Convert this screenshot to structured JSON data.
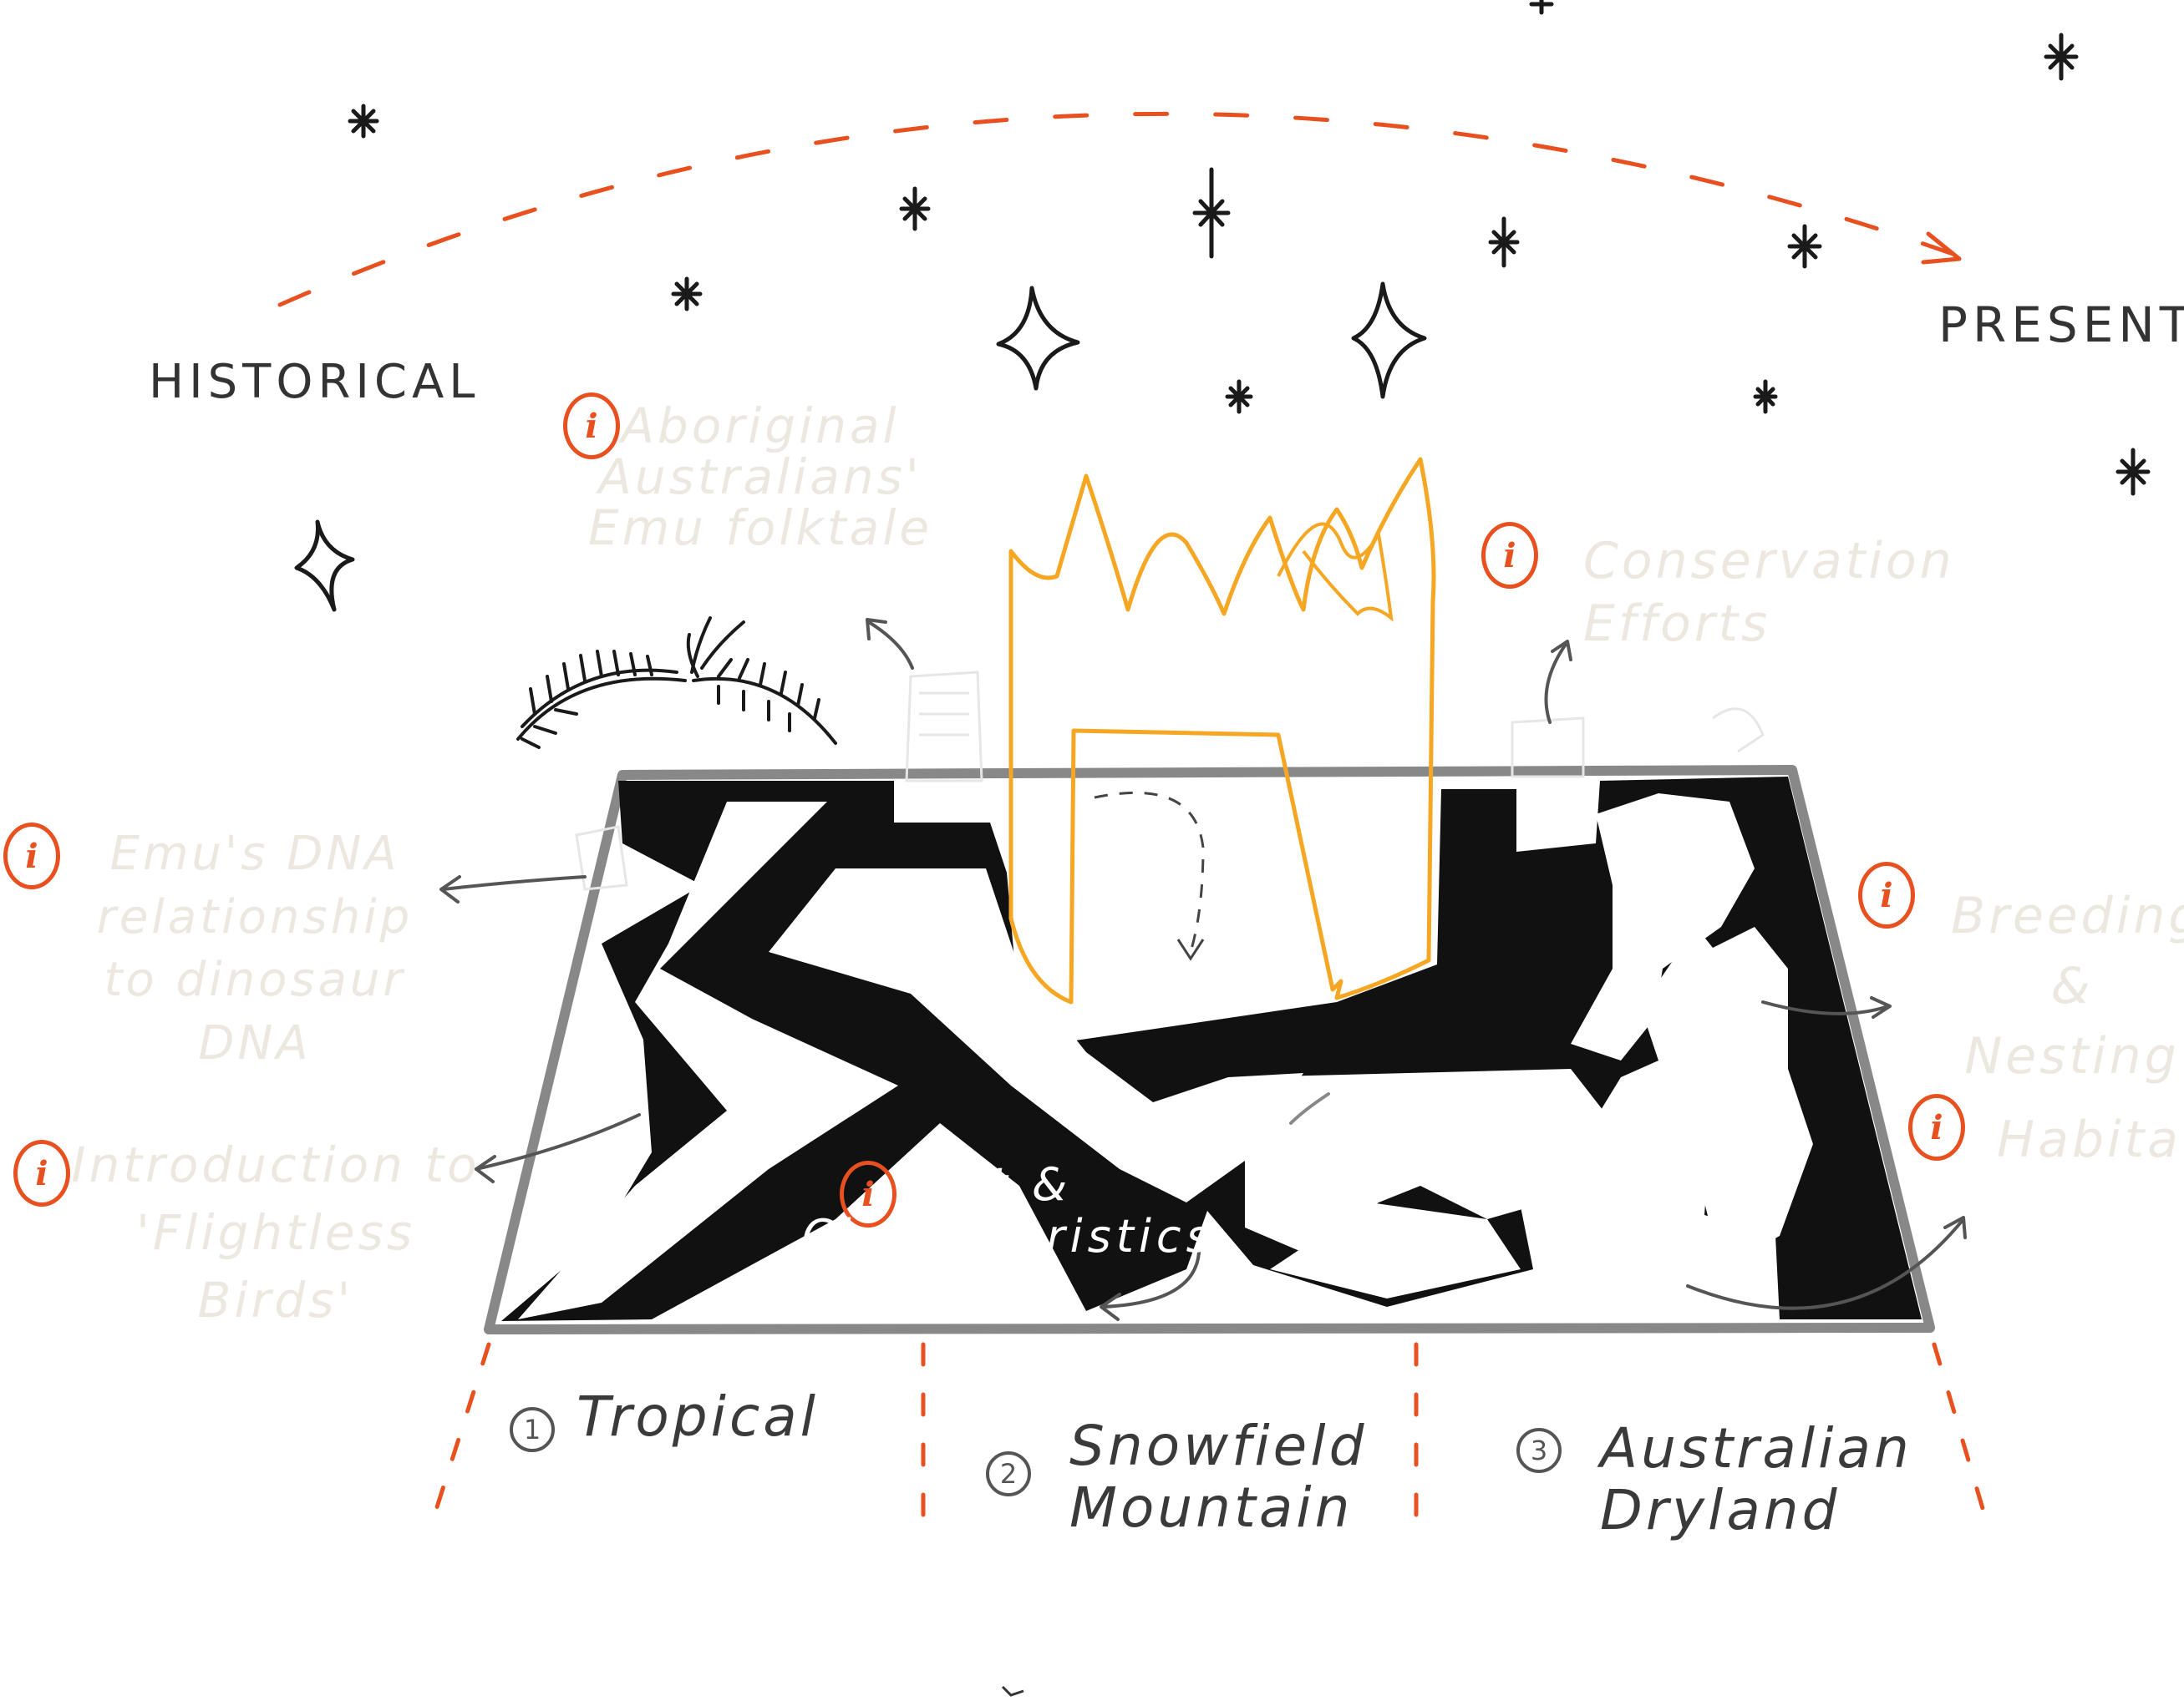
{
  "timeline": {
    "start_label": "HISTORICAL",
    "end_label": "PRESENT"
  },
  "info_points": [
    {
      "id": "folktale",
      "text": "Aboriginal Australians' Emu folktale"
    },
    {
      "id": "conservation",
      "text": "Conservation Efforts"
    },
    {
      "id": "dna",
      "text": "Emu's DNA relationship to dinosaur DNA"
    },
    {
      "id": "intro",
      "text": "Introduction to 'Flightless Birds'"
    },
    {
      "id": "diet",
      "text": "Diet & Characteristics"
    },
    {
      "id": "breeding",
      "text": "Breeding & Nesting"
    },
    {
      "id": "habitat",
      "text": "Habitat"
    }
  ],
  "zones": [
    {
      "number": "1",
      "name": "Tropical"
    },
    {
      "number": "2",
      "name": "Snowfield Mountain"
    },
    {
      "number": "3",
      "name": "Australian Dryland"
    }
  ],
  "icons": {
    "info": "i",
    "star": "star-icon",
    "sparkle": "sparkle-icon"
  },
  "colors": {
    "accent": "#e8501f",
    "highlight": "#f5a623",
    "ink": "#111111",
    "faint_text": "#ece7df"
  }
}
